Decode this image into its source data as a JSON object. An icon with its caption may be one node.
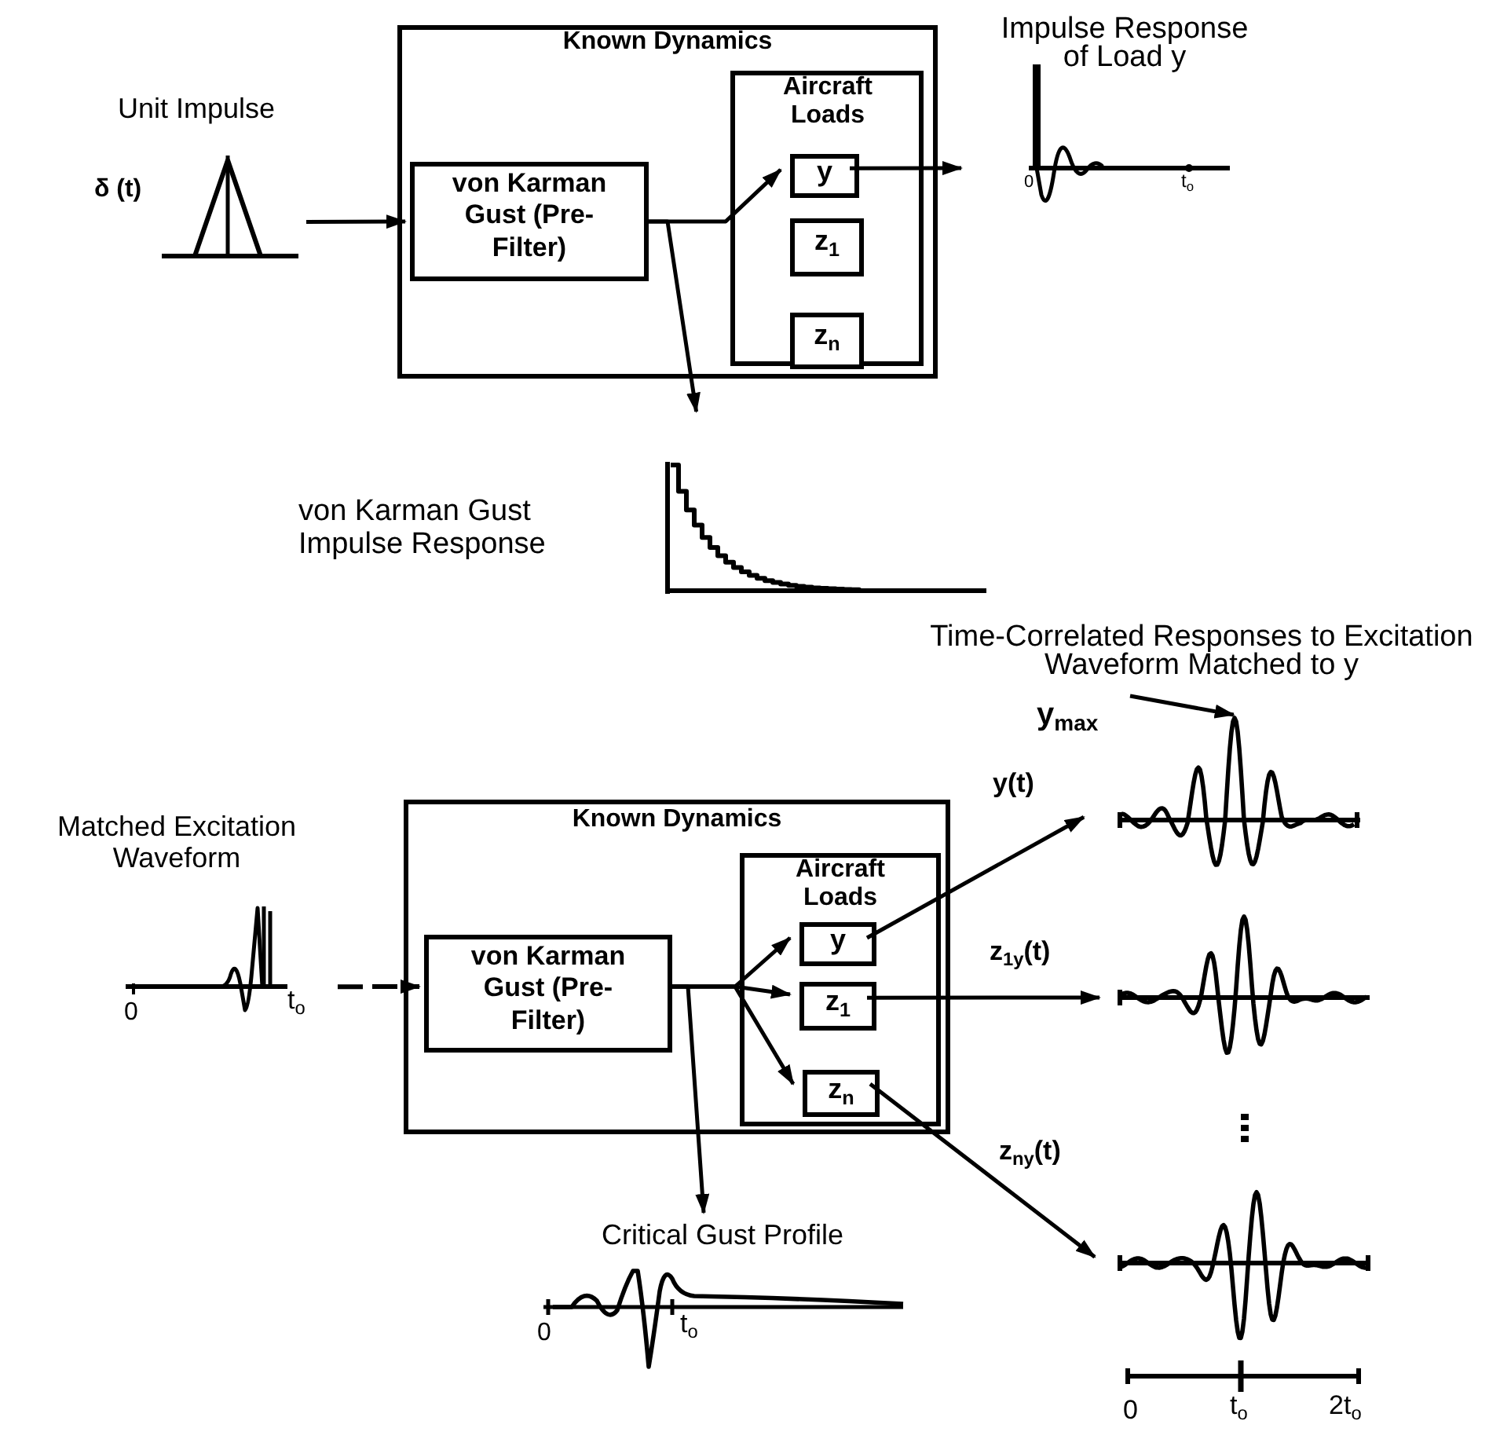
{
  "diagram": {
    "nodes": [
      {
        "text": [
          "Unit Impulse",
          "δ (t)"
        ]
      },
      {
        "text": [
          "Known Dynamics"
        ]
      },
      {
        "text": [
          "von Karman Gust (Pre-Filter)"
        ],
        "in": 1
      },
      {
        "text": [
          "Aircraft Loads"
        ],
        "in": 1
      },
      {
        "text": [
          "y"
        ],
        "in": 3
      },
      {
        "text": [
          "z$_{1}$"
        ],
        "in": 3
      },
      {
        "text": [
          "z$_{n}$"
        ],
        "in": 3
      },
      {
        "text": [
          "Impulse Response of Load y"
        ]
      },
      {
        "text": [
          "von Karman Gust Impulse Response"
        ]
      },
      {
        "text": [
          "y$_{max}$"
        ]
      },
      {
        "text": [],
        "shape": "picture"
      },
      {
        "text": [
          "Matched Excitation Waveform"
        ]
      },
      {
        "text": [
          "Known Dynamics"
        ]
      },
      {
        "text": [
          "von Karman Gust (Pre-Filter)"
        ],
        "in": 12
      },
      {
        "text": [
          "Aircraft Loads"
        ],
        "in": 12
      },
      {
        "text": [
          "y"
        ],
        "in": 14
      },
      {
        "text": [
          "z$_{1}$"
        ],
        "in": 14
      },
      {
        "text": [
          "z$_{n}$"
        ],
        "in": 14
      },
      {
        "text": [],
        "shape": "picture"
      },
      {
        "text": [],
        "shape": "picture"
      },
      {
        "text": [
          "Critical Gust Profile"
        ]
      }
    ],
    "edges": [
      {
        "from": 0,
        "to": 2,
        "arrow": "to"
      },
      {
        "from": 2,
        "to": 4,
        "arrow": "to"
      },
      {
        "from": 2,
        "to": 8,
        "arrow": "to"
      },
      {
        "from": 4,
        "to": 7,
        "arrow": "to"
      },
      {
        "from": 9,
        "to": 10,
        "arrow": "to"
      },
      {
        "from": 11,
        "to": 13,
        "arrow": "to",
        "style": "dashed"
      },
      {
        "from": 13,
        "to": 15,
        "arrow": "to"
      },
      {
        "from": 13,
        "to": 16,
        "arrow": "to"
      },
      {
        "from": 13,
        "to": 17,
        "arrow": "to"
      },
      {
        "from": 13,
        "to": 20,
        "arrow": "to"
      },
      {
        "from": 15,
        "to": 10,
        "arrow": "to",
        "label": "y(t)"
      },
      {
        "from": 16,
        "to": 18,
        "arrow": "to",
        "label": "z$_{1y}$(t)"
      },
      {
        "from": 17,
        "to": 19,
        "arrow": "to",
        "label": "z$_{ny}$(t)"
      }
    ],
    "labels": [
      "0",
      "t$_{o}$",
      "Time-Correlated Responses to Excitation Waveform Matched to y",
      "0",
      "t$_{o}$",
      "0",
      "t$_{o}$",
      "0",
      "t$_{o}$",
      "2t$_{o}$"
    ]
  }
}
